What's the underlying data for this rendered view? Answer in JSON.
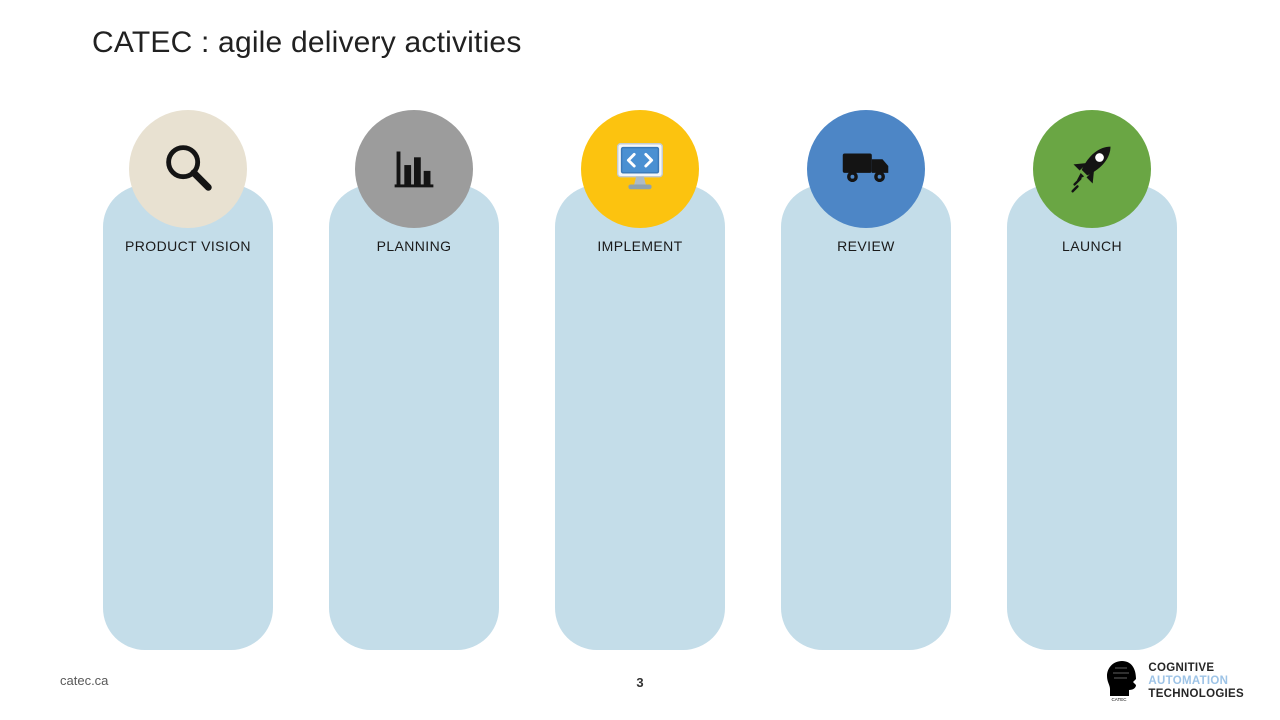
{
  "slide": {
    "title": "CATEC : agile delivery activities",
    "footer_left": "catec.ca",
    "page_number": "3"
  },
  "colors": {
    "panel": "#c4dde9",
    "icon_ink": "#141414"
  },
  "stages": [
    {
      "label": "PRODUCT VISION",
      "icon": "magnifier-icon",
      "circle_color": "#e8e1d1"
    },
    {
      "label": "PLANNING",
      "icon": "bar-chart-icon",
      "circle_color": "#9c9c9c"
    },
    {
      "label": "IMPLEMENT",
      "icon": "code-monitor-icon",
      "circle_color": "#fcc30f"
    },
    {
      "label": "REVIEW",
      "icon": "truck-icon",
      "circle_color": "#4d86c6"
    },
    {
      "label": "LAUNCH",
      "icon": "rocket-icon",
      "circle_color": "#6aa644"
    }
  ],
  "logo": {
    "line1": "COGNITIVE",
    "line2": "AUTOMATION",
    "line3": "TECHNOLOGIES",
    "line2_color": "#9dc3e6",
    "mark_text": "CATEC"
  }
}
